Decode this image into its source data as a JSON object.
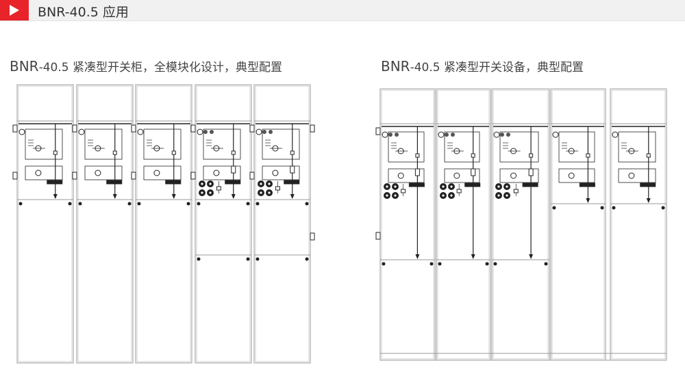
{
  "header": {
    "title": "BNR-40.5 应用",
    "accent_color": "#e8242a",
    "marker_icon": "play-triangle-icon"
  },
  "captions": {
    "left_prefix": "BNR",
    "left_text": "-40.5 紧凑型开关柜，全模块化设计，典型配置",
    "right_prefix": "BNR",
    "right_text": "-40.5 紧凑型开关设备，典型配置"
  }
}
